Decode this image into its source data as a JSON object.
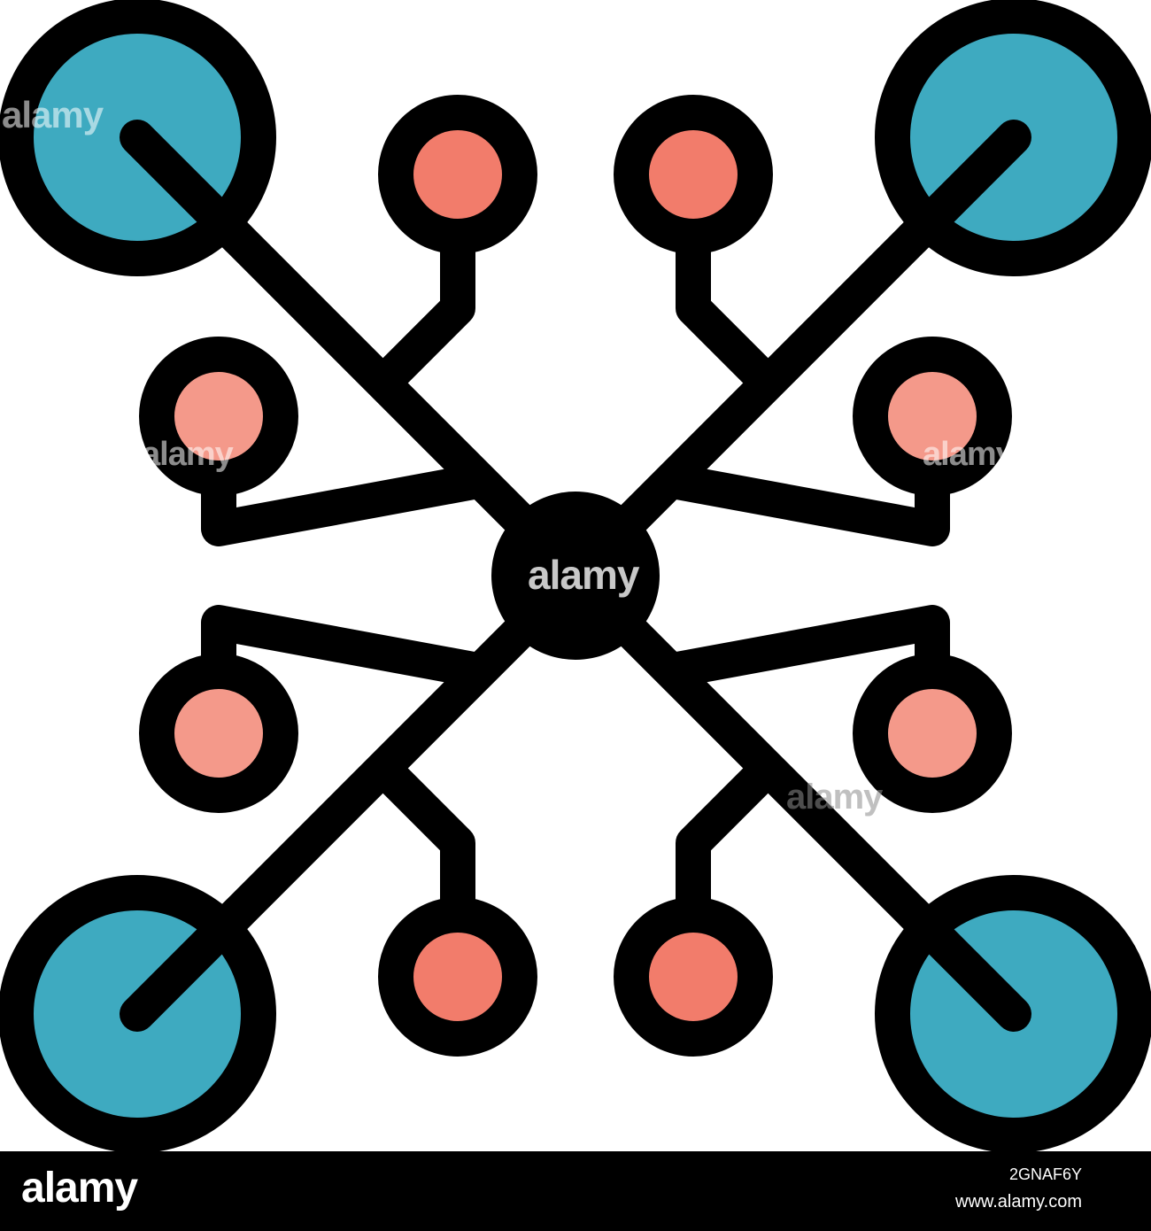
{
  "icon": {
    "name": "network-hub-icon",
    "colors": {
      "stroke": "#000000",
      "corner_fill": "#3eaac0",
      "inner_fill": "#f27c6b",
      "side_fill": "#f4998a",
      "background": "#ffffff"
    }
  },
  "watermark": {
    "center": "alamy",
    "tiles": [
      "alamy",
      "alamy",
      "alamy",
      "alamy"
    ]
  },
  "footer": {
    "logo": "alamy",
    "image_id": "2GNAF6Y",
    "url": "www.alamy.com"
  }
}
